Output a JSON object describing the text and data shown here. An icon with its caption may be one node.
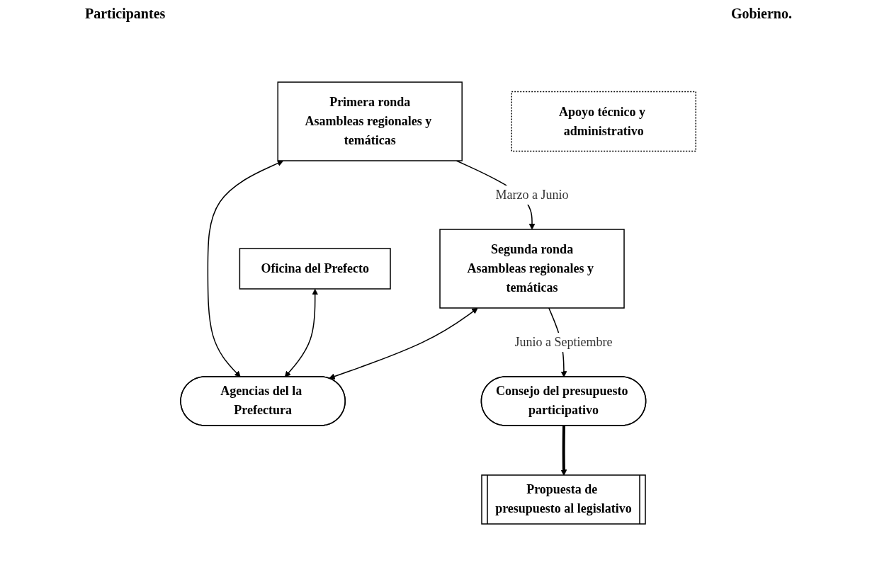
{
  "diagram": {
    "nodes": [
      {
        "text": [
          "Primera ronda",
          "Asambleas regionales y temáticas"
        ]
      },
      {
        "text": [
          "Oficina del Prefecto"
        ]
      },
      {
        "text": [
          "Agencias del la Prefectura"
        ]
      },
      {
        "text": [
          "Segunda ronda",
          "Asambleas regionales y temáticas"
        ]
      },
      {
        "text": [
          "Apoyo técnico y administrativo"
        ]
      },
      {
        "text": [
          "Consejo del presupuesto participativo"
        ]
      },
      {
        "text": [
          "Propuesta de presupuesto al legislativo"
        ]
      }
    ],
    "edges": [
      {
        "from": 0,
        "to": 3,
        "arrow": "to",
        "label": "Marzo a Junio"
      },
      {
        "from": 0,
        "to": 2,
        "arrow": "both"
      },
      {
        "from": 1,
        "to": 2,
        "arrow": "both"
      },
      {
        "from": 3,
        "to": 2,
        "arrow": "both"
      },
      {
        "from": 3,
        "to": 5,
        "arrow": "to",
        "label": "Junio a Septiembre"
      },
      {
        "from": 5,
        "to": 6,
        "arrow": "to",
        "style": "thick"
      }
    ],
    "labels": [
      "Participantes",
      "Gobierno."
    ]
  }
}
